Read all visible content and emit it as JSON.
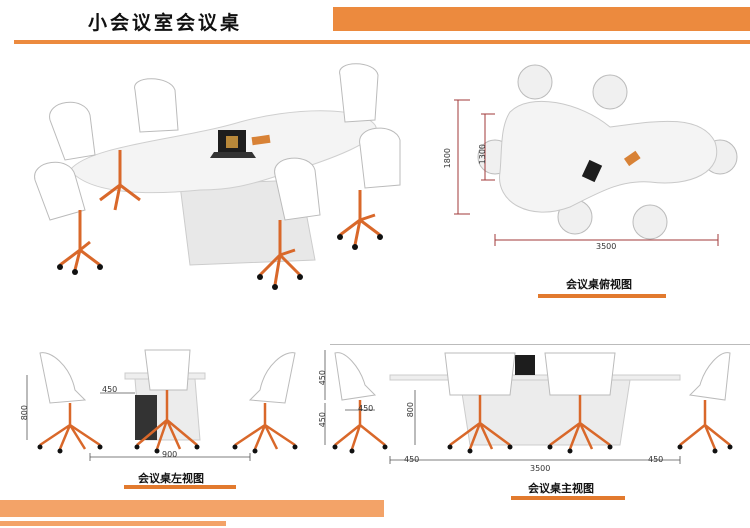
{
  "title": "小会议室会议桌",
  "captions": {
    "top_view": "会议桌俯视图",
    "left_view": "会议桌左视图",
    "front_view": "会议桌主视图"
  },
  "dimensions": {
    "top_height_outer": "1800",
    "top_height_inner": "1300",
    "top_width": "3500",
    "left_450": "450",
    "left_800": "800",
    "left_900": "900",
    "front_450_a": "450",
    "front_450_b": "450",
    "front_450_c": "450",
    "front_450_d": "450",
    "front_450_e": "450",
    "front_800": "800",
    "front_3500": "3500"
  },
  "colors": {
    "accent": "#ec8a3e",
    "chair_leg": "#d9682a",
    "table": "#eeeeee"
  }
}
